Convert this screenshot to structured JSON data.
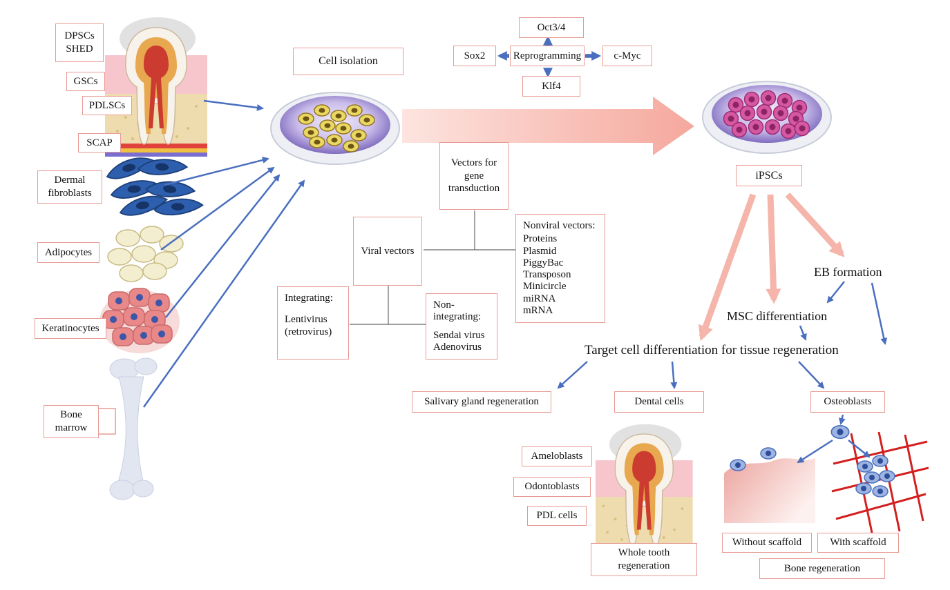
{
  "sources": {
    "dpscs_shed": "DPSCs SHED",
    "gscs": "GSCs",
    "pdlscs": "PDLSCs",
    "scap": "SCAP",
    "dermal_fibroblasts": "Dermal fibroblasts",
    "adipocytes": "Adipocytes",
    "keratinocytes": "Keratinocytes",
    "bone_marrow": "Bone marrow"
  },
  "isolation": {
    "cell_isolation": "Cell isolation"
  },
  "reprogramming": {
    "factor_top": "Oct3/4",
    "factor_left": "Sox2",
    "center": "Reprogramming",
    "factor_right": "c-Myc",
    "factor_bottom": "Klf4"
  },
  "vectors": {
    "root": "Vectors for gene transduction",
    "viral": "Viral vectors",
    "nonviral_title": "Nonviral vectors:",
    "nonviral_items": [
      "Proteins",
      "Plasmid",
      "PiggyBac",
      "Transposon",
      "Minicircle",
      "miRNA",
      "mRNA"
    ],
    "integrating_title": "Integrating:",
    "integrating_items": [
      "Lentivirus",
      "(retrovirus)"
    ],
    "nonintegrating_title": "Non-integrating:",
    "nonintegrating_items": [
      "Sendai virus",
      "Adenovirus"
    ]
  },
  "ipsc": {
    "label": "iPSCs",
    "eb_formation": "EB formation",
    "msc_differentiation": "MSC differentiation",
    "target_cell": "Target cell differentiation for tissue regeneration"
  },
  "outcomes": {
    "salivary": "Salivary gland regeneration",
    "dental_cells": "Dental cells",
    "osteoblasts": "Osteoblasts",
    "ameloblasts": "Ameloblasts",
    "odontoblasts": "Odontoblasts",
    "pdl_cells": "PDL cells",
    "whole_tooth": "Whole tooth regeneration",
    "without_scaffold": "Without scaffold",
    "with_scaffold": "With scaffold",
    "bone_regeneration": "Bone regeneration"
  },
  "colors": {
    "box_border": "#e89a94",
    "blue_arrow": "#4a6fbf",
    "pink_arrow": "#f5b5aa"
  }
}
